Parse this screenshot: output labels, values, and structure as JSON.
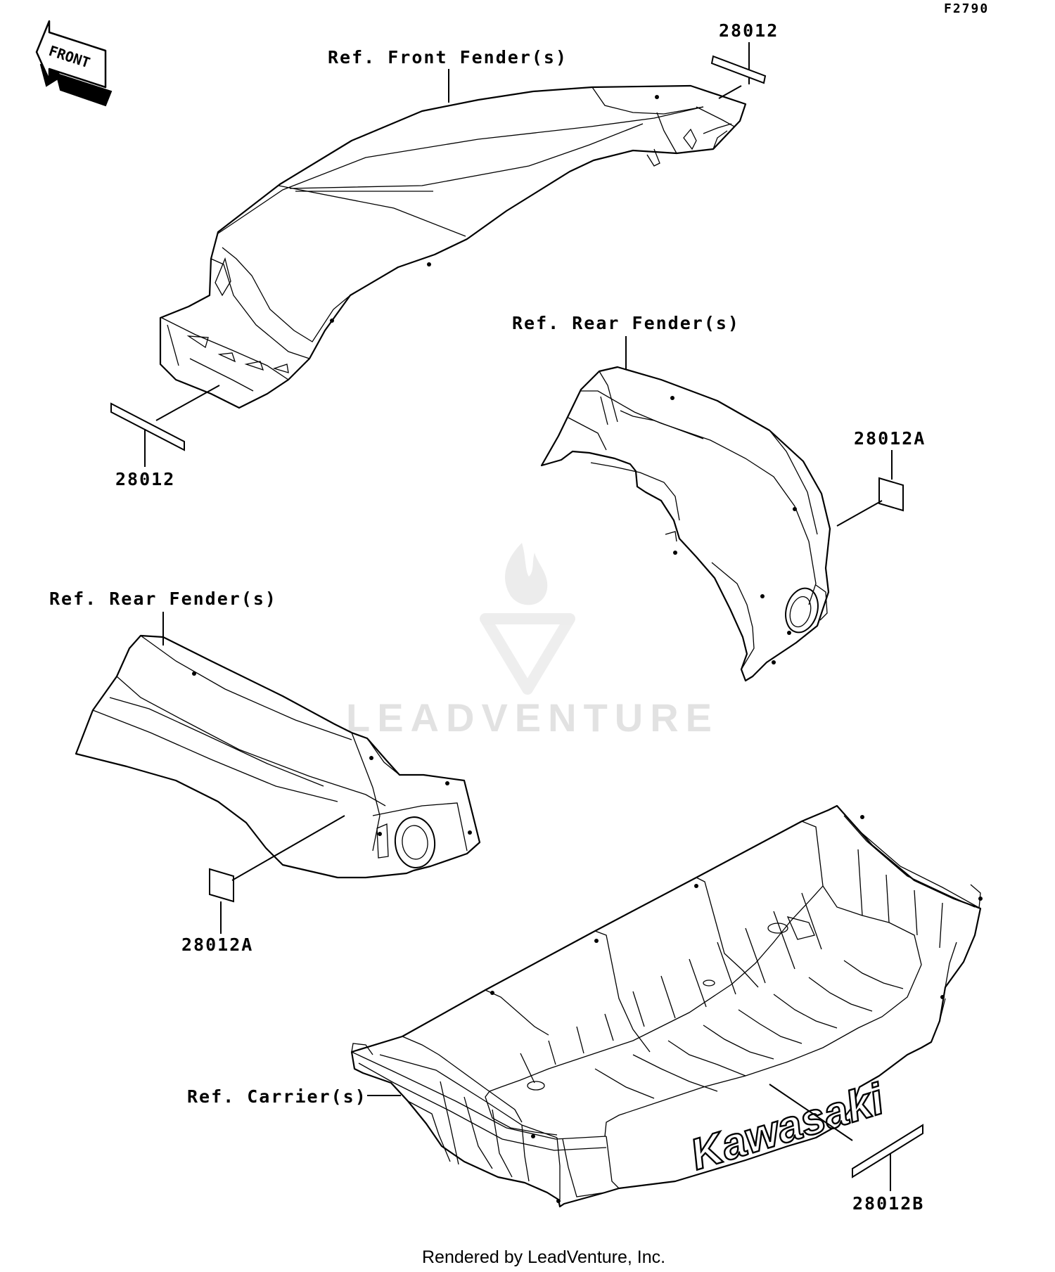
{
  "diagram_code": "F2790",
  "front_arrow": {
    "label": "FRONT",
    "icon": "front-direction-arrow-icon"
  },
  "watermark": {
    "text": "LEADVENTURE",
    "icon": "leadventure-logo-icon"
  },
  "parts": {
    "front_fender": {
      "ref_label": "Ref. Front Fender(s)",
      "decal_top": "28012",
      "decal_left": "28012"
    },
    "rear_fender_right": {
      "ref_label": "Ref. Rear Fender(s)",
      "decal": "28012A"
    },
    "rear_fender_left": {
      "ref_label": "Ref. Rear Fender(s)",
      "decal": "28012A"
    },
    "carrier": {
      "ref_label": "Ref. Carrier(s)",
      "decal": "28012B",
      "brand": "Kawasaki"
    }
  },
  "footer": "Rendered by LeadVenture, Inc."
}
